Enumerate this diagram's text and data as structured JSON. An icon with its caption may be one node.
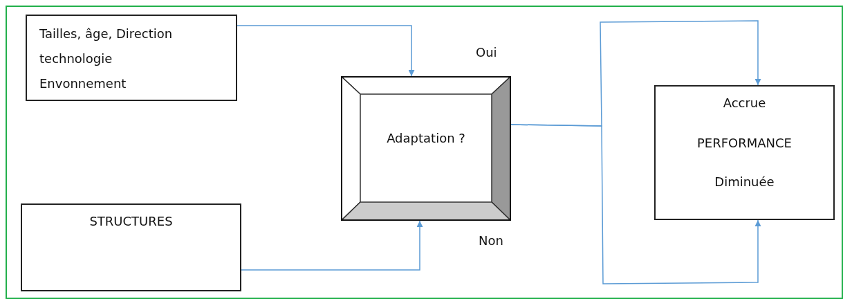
{
  "diagram": {
    "nodes": [
      {
        "text": [
          "Tailles, âge, Direction technologie Envonnement"
        ]
      },
      {
        "text": [
          "STRUCTURES"
        ]
      },
      {
        "text": [
          "Adaptation ?"
        ]
      },
      {
        "text": [
          "Accrue",
          "PERFORMANCE",
          "Diminuée"
        ]
      }
    ],
    "edges": [
      {
        "from": 0,
        "to": 2,
        "arrow": "to"
      },
      {
        "from": 1,
        "to": 2,
        "arrow": "to"
      },
      {
        "from": 2,
        "to": 3,
        "arrow": "to"
      },
      {
        "from": 2,
        "to": 3,
        "arrow": "to"
      }
    ],
    "labels": [
      "Oui",
      "Non"
    ]
  }
}
